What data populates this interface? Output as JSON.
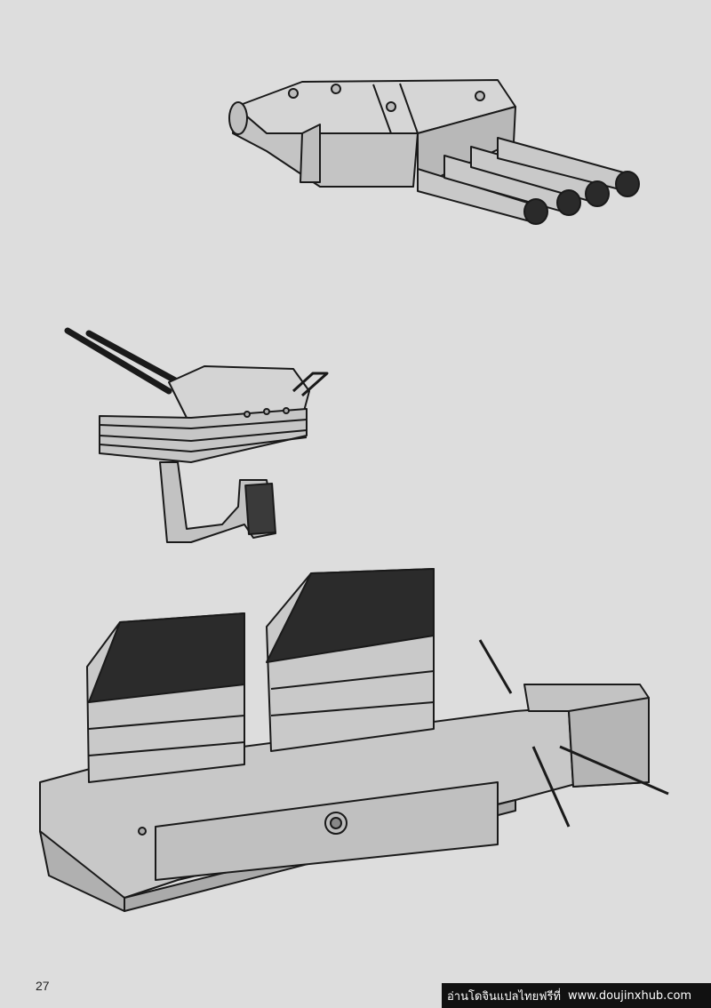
{
  "page": {
    "page_number": "27",
    "watermark_text": "อ่านโดจินแปลไทยฟรีที่",
    "watermark_url": "www.doujinxhub.com"
  },
  "illustrations": [
    {
      "name": "quad-torpedo-launcher"
    },
    {
      "name": "twin-barrel-gun-turret"
    },
    {
      "name": "twin-funnel-deck-module"
    }
  ],
  "colors": {
    "background": "#dddddd",
    "ink": "#1a1a1a",
    "metal_fill": "#cfcfcf",
    "shadow_fill": "#555555",
    "watermark_bg": "#111111"
  }
}
